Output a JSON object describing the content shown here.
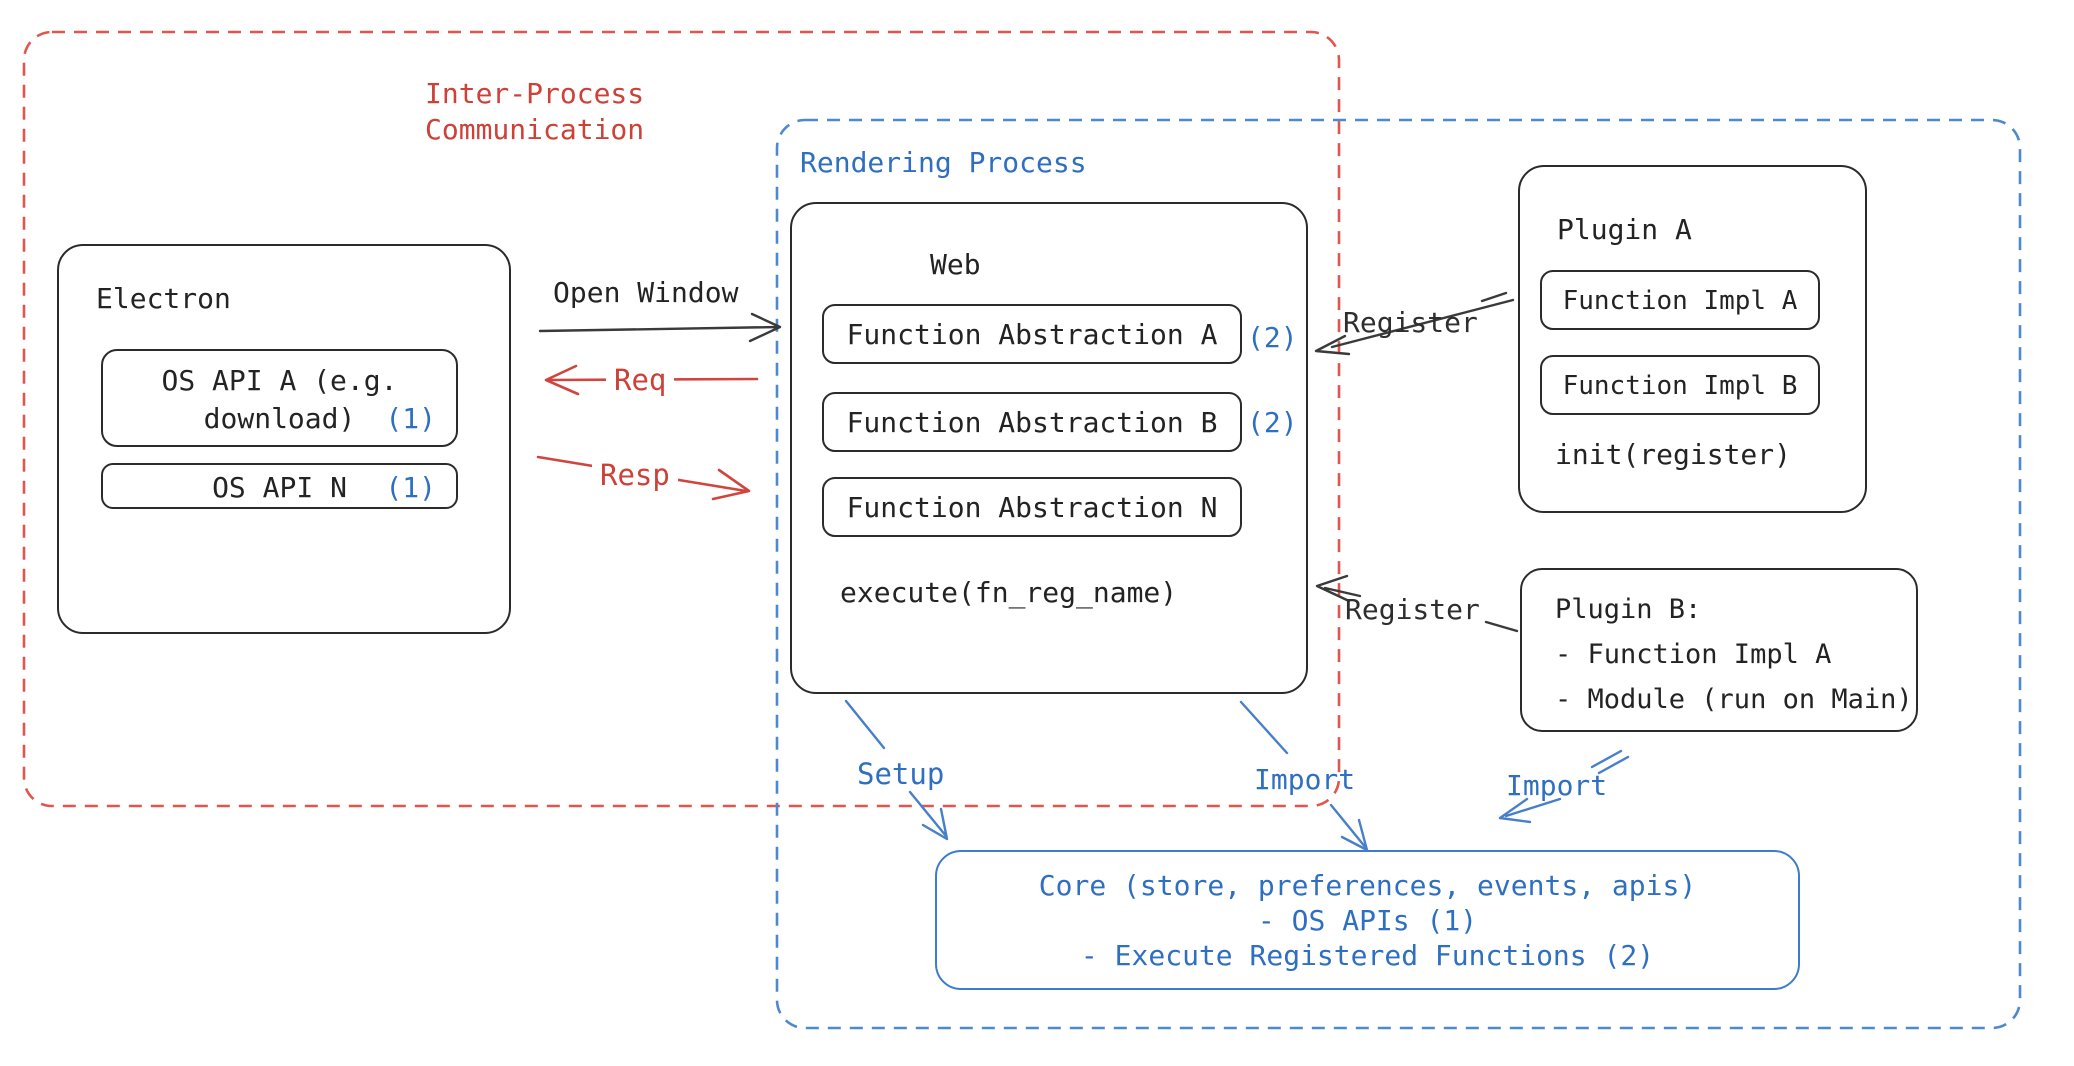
{
  "colors": {
    "red_text": "#cc4138",
    "red_dash": "#e0564e",
    "blue_text": "#2f6fc2",
    "blue_dash": "#4c89d2",
    "blue_box_border": "#3b7bd0",
    "black_ink": "#2b2b2b"
  },
  "groups": {
    "ipc": {
      "line1": "Inter-Process",
      "line2": "Communication"
    },
    "rendering": {
      "label": "Rendering Process"
    }
  },
  "electron": {
    "title": "Electron",
    "api_a_line1": "OS API A (e.g.",
    "api_a_line2": "download)",
    "api_a_badge": "(1)",
    "api_n": "OS API N",
    "api_n_badge": "(1)"
  },
  "web": {
    "title": "Web",
    "fa_a": "Function Abstraction A",
    "fa_a_badge": "(2)",
    "fa_b": "Function Abstraction B",
    "fa_b_badge": "(2)",
    "fa_n": "Function Abstraction N",
    "execute": "execute(fn_reg_name)"
  },
  "plugin_a": {
    "title": "Plugin A",
    "impl_a": "Function Impl A",
    "impl_b": "Function Impl B",
    "init": "init(register)"
  },
  "plugin_b": {
    "line1": "Plugin B:",
    "line2": "- Function Impl A",
    "line3": "- Module (run on Main)"
  },
  "core": {
    "line1": "Core (store, preferences, events, apis)",
    "line2": "- OS APIs (1)",
    "line3": "- Execute Registered Functions (2)"
  },
  "labels": {
    "open_window": "Open Window",
    "req": "Req",
    "resp": "Resp",
    "register_top": "Register",
    "register_bottom": "Register",
    "setup": "Setup",
    "import_web": "Import",
    "import_plugin": "Import"
  }
}
